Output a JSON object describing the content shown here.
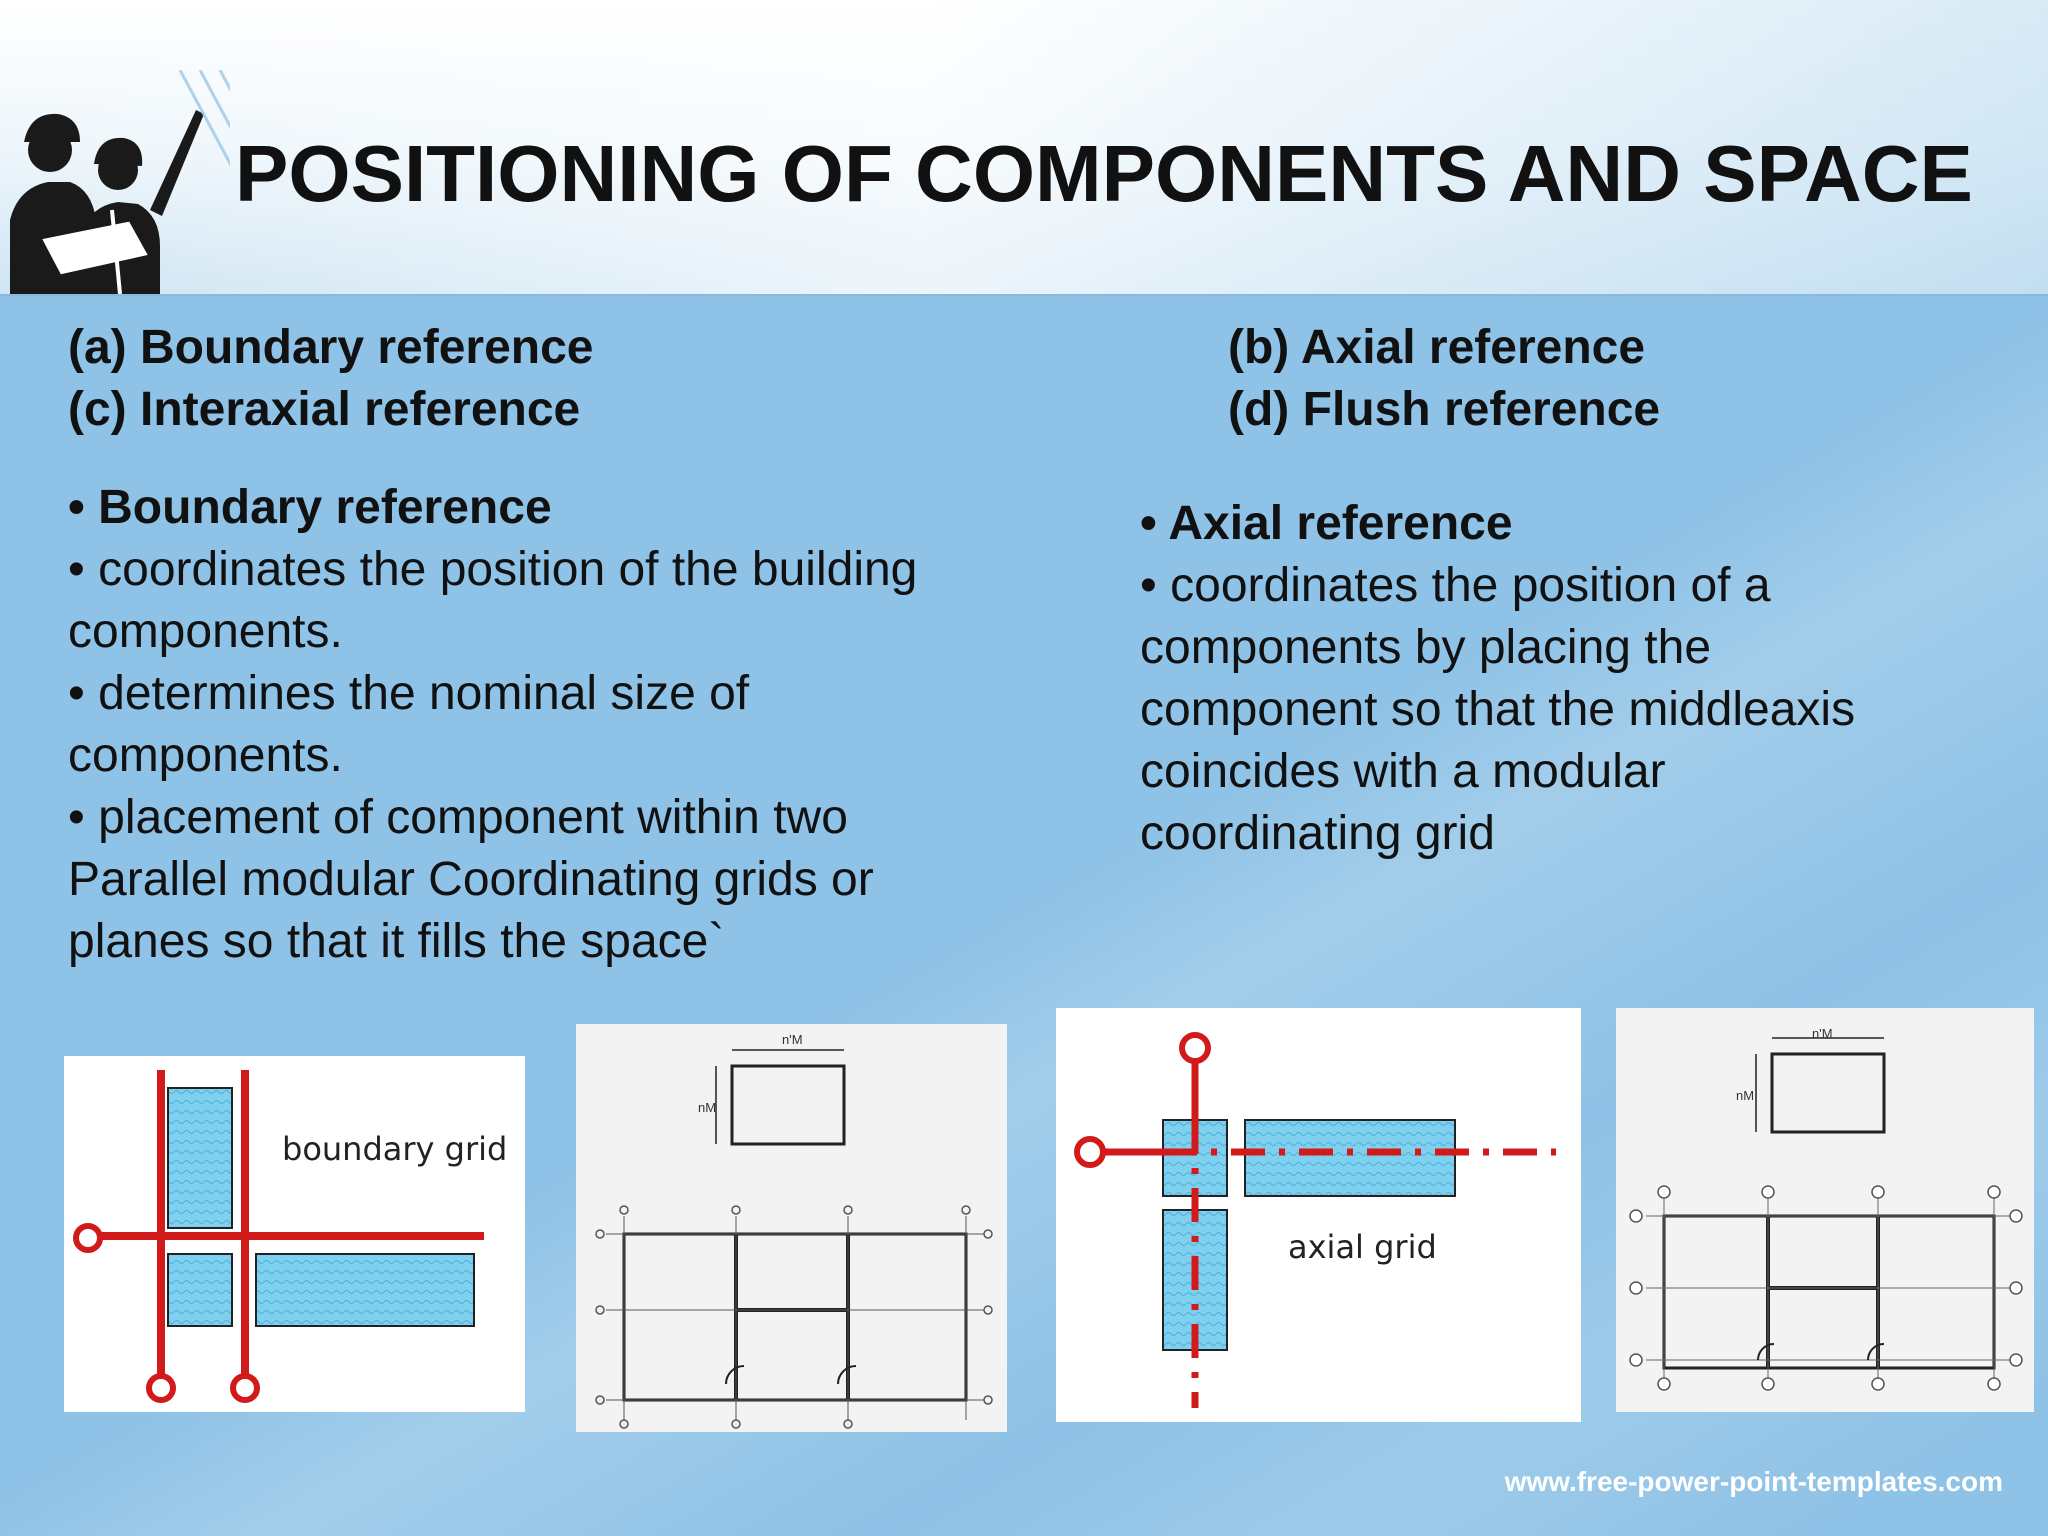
{
  "title": "POSITIONING OF COMPONENTS AND SPACE",
  "references": {
    "a": "(a) Boundary reference",
    "b": "(b) Axial reference",
    "c": "(c) Interaxial reference",
    "d": "(d) Flush reference"
  },
  "left_bullets": [
    "• Boundary reference",
    "• coordinates the position of the building",
    "components.",
    "• determines the nominal size of",
    "components.",
    "• placement of component within two",
    "Parallel modular Coordinating grids or",
    "planes so that it fills the space`"
  ],
  "right_bullets": [
    "• Axial reference",
    "• coordinates the position of a",
    "components by placing the",
    "component so that the middleaxis",
    "coincides with a modular",
    "coordinating grid"
  ],
  "figures": {
    "boundary_label": "boundary grid",
    "axial_label": "axial grid",
    "dim_n1": "n'M",
    "dim_n": "nM"
  },
  "footer": "www.free-power-point-templates.com",
  "colors": {
    "background": "#8ec2e6",
    "grid_red": "#d11a1a",
    "component_fill": "#7fd0ef"
  }
}
